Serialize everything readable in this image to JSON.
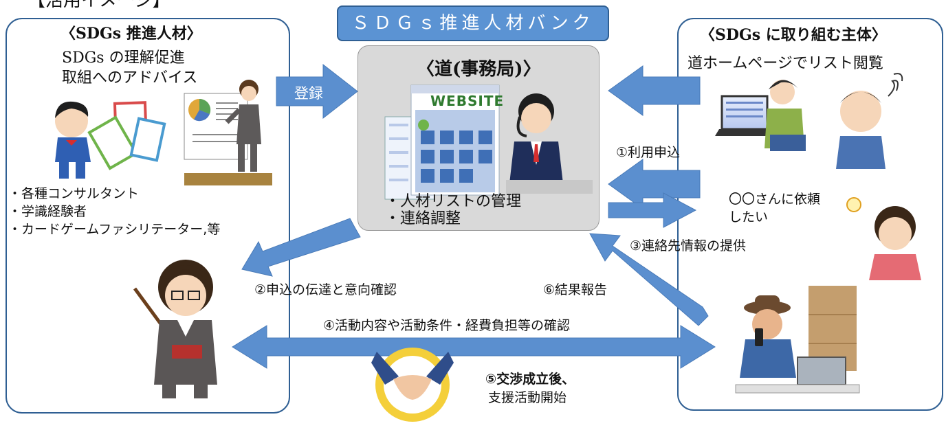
{
  "page_title": "【活用イメージ】",
  "banner": {
    "title": "ＳＤＧｓ推進人材バンク"
  },
  "left_panel": {
    "heading": "〈SDGs 推進人材〉",
    "desc": [
      "SDGs の理解促進",
      "取組へのアドバイス"
    ],
    "examples": [
      "・各種コンサルタント",
      "・学識経験者",
      "・カードゲームファシリテーター,等"
    ]
  },
  "center_panel": {
    "heading": "〈道(事務局)〉",
    "website_label": "WEBSITE",
    "tasks": [
      "・人材リストの管理",
      "・連絡調整"
    ]
  },
  "right_panel": {
    "heading": "〈SDGs に取り組む主体〉",
    "desc": "道ホームページでリスト閲覧",
    "request_text": [
      "〇〇さんに依頼",
      "したい"
    ]
  },
  "arrows": {
    "register": "登録",
    "step1": "①利用申込",
    "step2": "②申込の伝達と意向確認",
    "step3": "③連絡先情報の提供",
    "step4": "④活動内容や活動条件・経費負担等の確認",
    "step5": [
      "⑤交渉成立後、",
      "支援活動開始"
    ],
    "step6": "⑥結果報告"
  },
  "colors": {
    "arrow": "#5b8fcf",
    "panel_border": "#2f5f93",
    "banner": "#5b93d3",
    "center_bg": "#d9d9d9"
  }
}
